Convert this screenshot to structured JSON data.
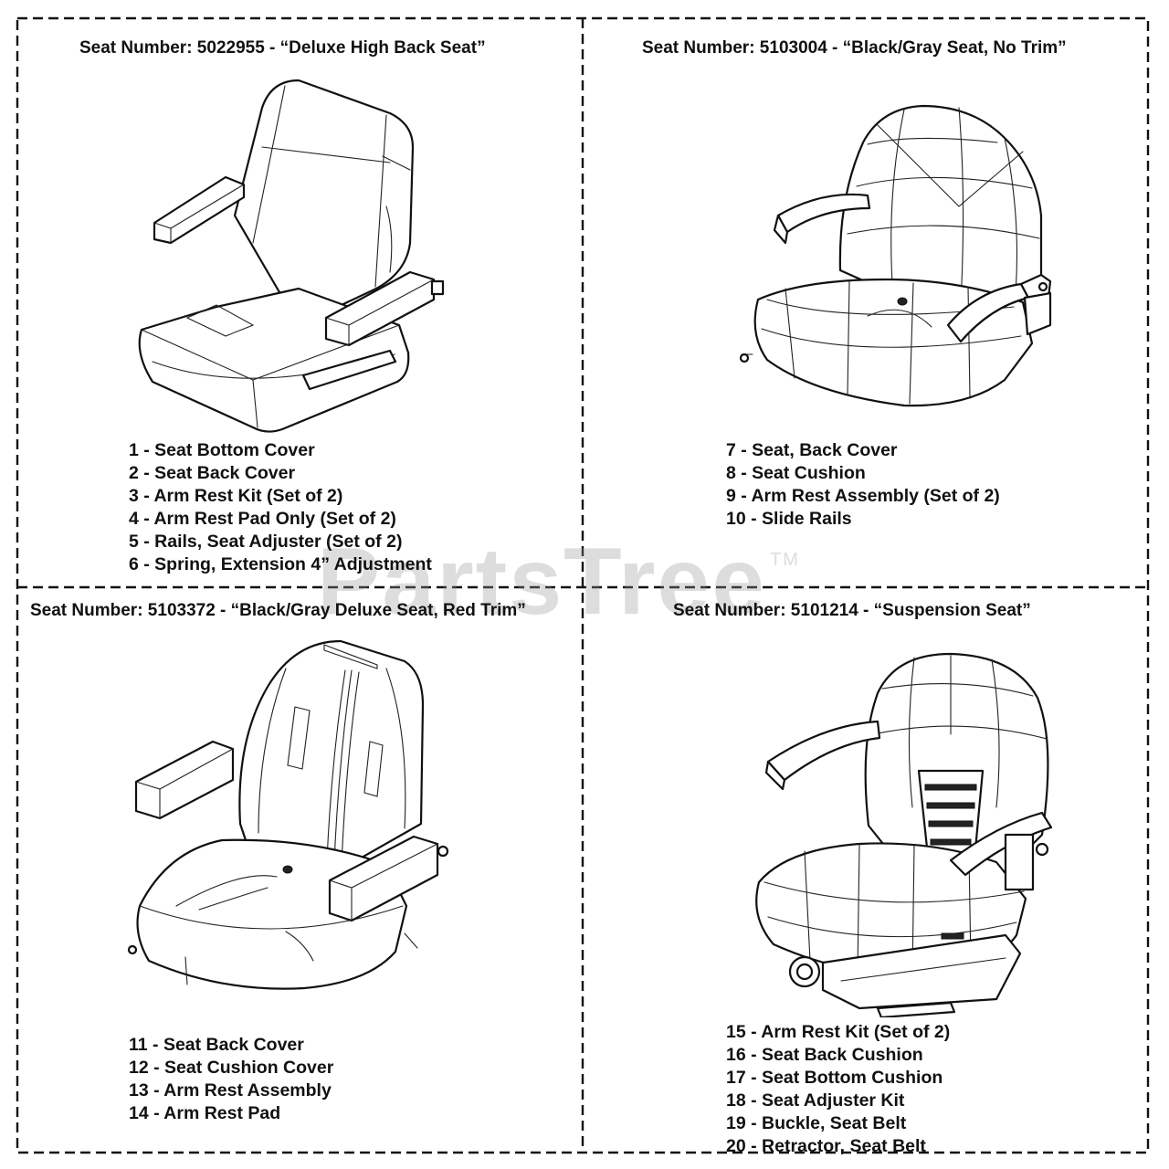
{
  "watermark": {
    "text": "PartsTree",
    "trademark": "TM"
  },
  "panels": [
    {
      "title": "Seat Number: 5022955 - “Deluxe High Back Seat”",
      "parts": [
        "1 - Seat Bottom Cover",
        "2 - Seat Back Cover",
        "3 - Arm Rest Kit (Set of 2)",
        "4 - Arm Rest Pad Only (Set of 2)",
        "5 - Rails, Seat Adjuster (Set of 2)",
        "6 - Spring, Extension 4” Adjustment"
      ]
    },
    {
      "title": "Seat Number: 5103004 - “Black/Gray Seat, No Trim”",
      "parts": [
        "7 - Seat, Back Cover",
        "8 - Seat Cushion",
        "9 - Arm Rest Assembly (Set of 2)",
        "10 - Slide Rails"
      ]
    },
    {
      "title": "Seat Number: 5103372 - “Black/Gray Deluxe Seat, Red Trim”",
      "parts": [
        "11 - Seat Back Cover",
        "12 - Seat Cushion Cover",
        "13 - Arm Rest Assembly",
        "14 - Arm Rest Pad"
      ]
    },
    {
      "title": "Seat Number: 5101214 - “Suspension Seat”",
      "parts": [
        "15 - Arm Rest Kit (Set of 2)",
        "16 - Seat Back Cushion",
        "17 - Seat Bottom Cushion",
        "18 - Seat Adjuster Kit",
        "19 - Buckle, Seat Belt",
        "20 - Retractor, Seat Belt"
      ]
    }
  ]
}
